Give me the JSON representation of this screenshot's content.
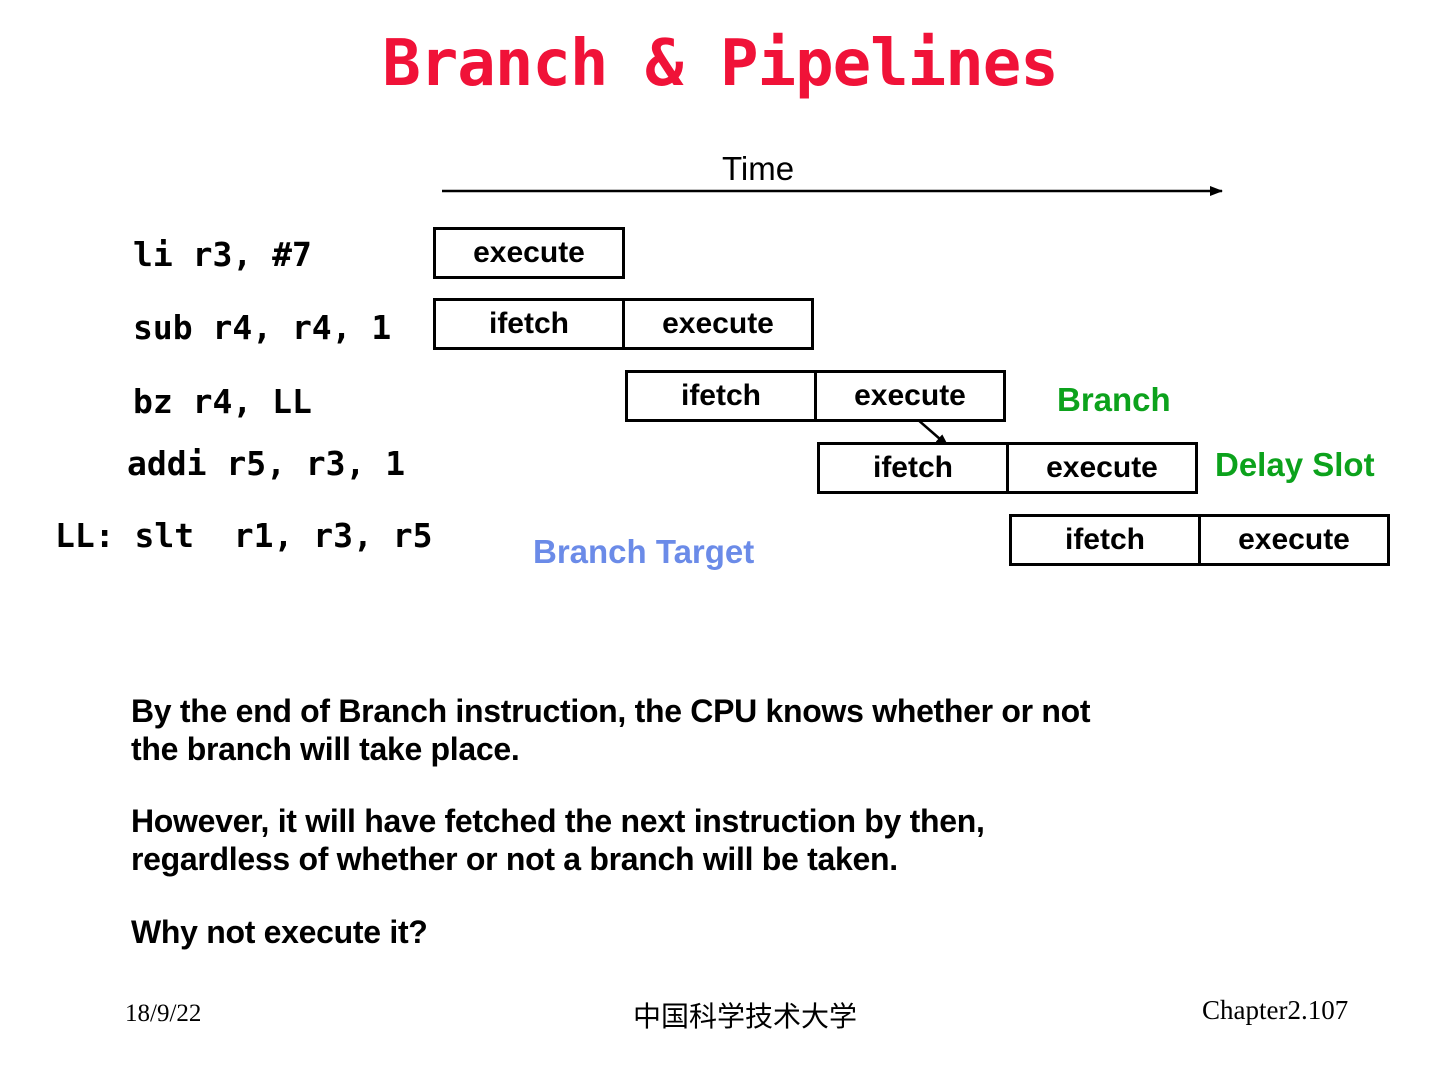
{
  "title": "Branch & Pipelines",
  "timeline": {
    "label": "Time"
  },
  "pipeline": {
    "rows": [
      {
        "label": "li r3, #7",
        "stages": [
          "execute"
        ]
      },
      {
        "label": "sub r4, r4, 1",
        "stages": [
          "ifetch",
          "execute"
        ]
      },
      {
        "label": "bz r4, LL",
        "stages": [
          "ifetch",
          "execute"
        ]
      },
      {
        "label": "addi r5, r3, 1",
        "stages": [
          "ifetch",
          "execute"
        ]
      },
      {
        "label": "LL: slt  r1, r3, r5",
        "stages": [
          "ifetch",
          "execute"
        ]
      }
    ],
    "annotations": {
      "branch": "Branch",
      "delay_slot": "Delay Slot",
      "branch_target": "Branch Target"
    }
  },
  "body": {
    "para1": [
      "By the end of Branch instruction, the CPU knows whether or not",
      "the branch will take place."
    ],
    "para2": [
      "However, it will have fetched the next instruction by then,",
      "regardless of whether or not a branch will be taken."
    ],
    "para3": [
      "Why not execute it?"
    ]
  },
  "footer": {
    "date": "18/9/22",
    "institution": "中国科学技术大学",
    "chapter": "Chapter2.107"
  },
  "colors": {
    "title_red": "#f01238",
    "annotation_green": "#0ca21c",
    "target_blue": "#6b8be8"
  }
}
